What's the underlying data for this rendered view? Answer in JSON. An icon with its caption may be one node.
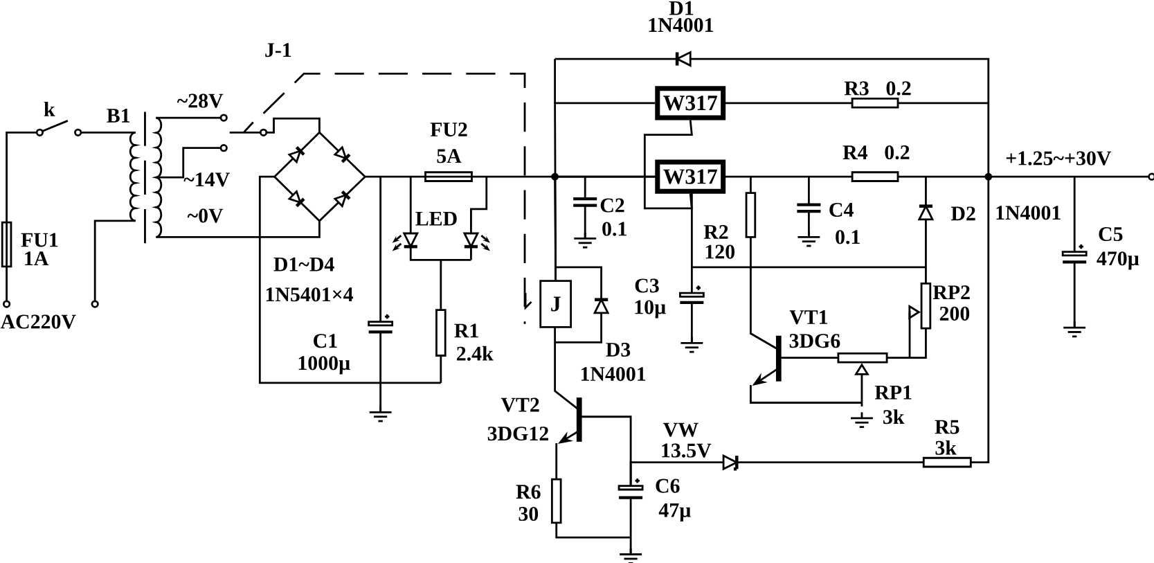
{
  "diagram": {
    "nodes": [
      {
        "text": [
          "W317"
        ]
      },
      {
        "text": [
          "W317"
        ]
      },
      {
        "text": [
          "J"
        ]
      }
    ],
    "edges": [
      {
        "from": 0,
        "to": 1,
        "arrow": "none"
      },
      {
        "from": 0,
        "to": 2,
        "arrow": "none"
      },
      {
        "from": 1,
        "to": 2,
        "arrow": "none"
      }
    ],
    "labels": [
      "k",
      "B1",
      "~28V",
      "J-1",
      "~14V",
      "~0V",
      "FU1",
      "1A",
      "AC220V",
      "D1~D4",
      "1N5401×4",
      "FU2",
      "5A",
      "LED",
      "R1",
      "2.4k",
      "C1",
      "1000µ",
      "D1",
      "1N4001",
      "R3",
      "0.2",
      "R4",
      "0.2",
      "+1.25~+30V",
      "C2",
      "0.1",
      "R2",
      "120",
      "C4",
      "0.1",
      "D2",
      "1N4001",
      "C5",
      "470µ",
      "C3",
      "10µ",
      "RP2",
      "200",
      "D3",
      "1N4001",
      "VT1",
      "3DG6",
      "RP1",
      "3k",
      "VT2",
      "3DG12",
      "VW",
      "13.5V",
      "R5",
      "3k",
      "R6",
      "30",
      "C6",
      "47µ"
    ]
  }
}
